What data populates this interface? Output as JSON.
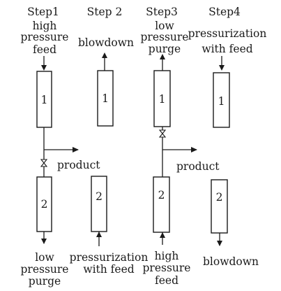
{
  "steps": [
    {
      "title": "Step1",
      "top_label": [
        "high",
        "pressure",
        "feed"
      ],
      "bottom_label": [
        "low",
        "pressure",
        "purge"
      ]
    },
    {
      "title": "Step 2",
      "top_label": [
        "blowdown"
      ],
      "bottom_label": [
        "pressurization",
        "with feed"
      ]
    },
    {
      "title": "Step3",
      "top_label": [
        "low",
        "pressure",
        "purge"
      ],
      "bottom_label": [
        "high",
        "pressure",
        "feed"
      ]
    },
    {
      "title": "Step4",
      "top_label": [
        "pressurization",
        "with feed"
      ],
      "bottom_label": [
        "blowdown"
      ]
    }
  ],
  "column_labels": {
    "upper": "1",
    "lower": "2"
  },
  "product_label": "product"
}
